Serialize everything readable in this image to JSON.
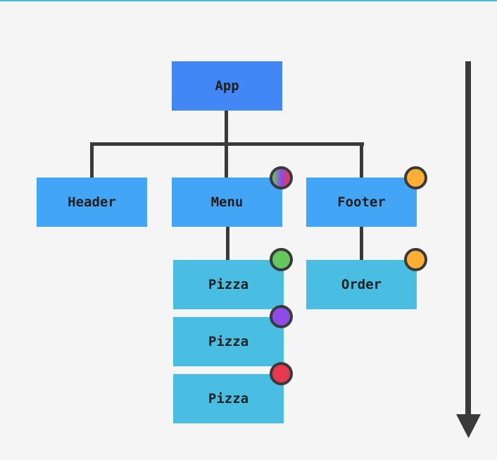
{
  "colors": {
    "app": "#4287f5",
    "tier2": "#42a5f5",
    "child": "#4abde3",
    "connector": "#3a3a3a",
    "background": "#f5f5f5"
  },
  "nodes": {
    "app": "App",
    "header": "Header",
    "menu": "Menu",
    "footer": "Footer",
    "pizza1": "Pizza",
    "pizza2": "Pizza",
    "pizza3": "Pizza",
    "order": "Order"
  },
  "state_dots": {
    "menu": "gradient: green / purple / red",
    "footer": "#ffae35",
    "pizza1": "#63c95e",
    "pizza2": "#8f4be5",
    "pizza3": "#e8384f",
    "order": "#ffae35"
  },
  "flow_arrow": "down-arrow"
}
